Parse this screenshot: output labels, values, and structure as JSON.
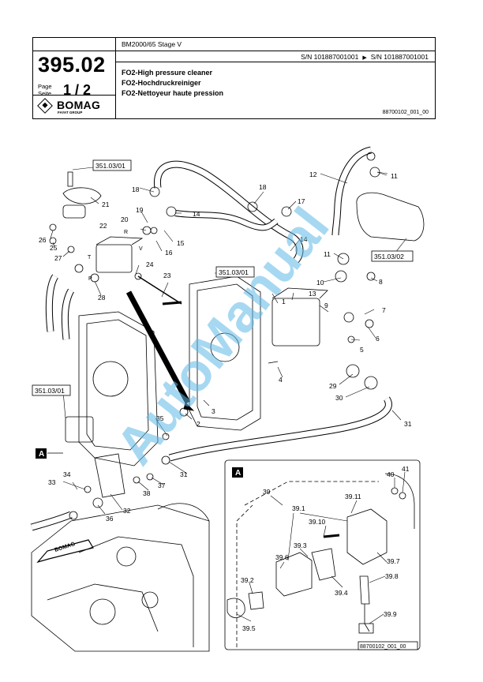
{
  "header": {
    "doc_number": "395.02",
    "page_label_de": "Page",
    "page_label_en": "Seite",
    "page": "1 / 2",
    "brand": "BOMAG",
    "brand_sub": "FAYAT GROUP",
    "model": "BM2000/65 Stage V",
    "serial_from": "S/N 101887001001",
    "serial_to": "S/N 101887001001",
    "title_en": "FO2-High pressure cleaner",
    "title_de": "FO2-Hochdruckreiniger",
    "title_fr": "FO2-Nettoyeur haute pression",
    "drawing_ref": "88700102_001_00"
  },
  "references": {
    "ref_351_03_01": "351.03/01",
    "ref_351_03_02": "351.03/02"
  },
  "detail": {
    "marker": "A",
    "drawing_ref_box": "88700102_001_00"
  },
  "watermark": "AutoManual",
  "labels": {
    "l1": "1",
    "l2": "2",
    "l3": "3",
    "l4": "4",
    "l5": "5",
    "l6": "6",
    "l7": "7",
    "l8": "8",
    "l9": "9",
    "l10": "10",
    "l11a": "11",
    "l11b": "11",
    "l12": "12",
    "l13": "13",
    "l14a": "14",
    "l14b": "14",
    "l15": "15",
    "l16": "16",
    "l17": "17",
    "l18a": "18",
    "l18b": "18",
    "l19": "19",
    "l20": "20",
    "l21": "21",
    "l22": "22",
    "l23": "23",
    "l24": "24",
    "l25": "25",
    "l26": "26",
    "l27": "27",
    "l28": "28",
    "l29": "29",
    "l30": "30",
    "l31a": "31",
    "l31b": "31",
    "l32": "32",
    "l33": "33",
    "l34": "34",
    "l35": "35",
    "l36": "36",
    "l37": "37",
    "l38": "38",
    "l39": "39",
    "l39_1": "39.1",
    "l39_2": "39.2",
    "l39_3": "39.3",
    "l39_4": "39.4",
    "l39_5": "39.5",
    "l39_6": "39.6",
    "l39_7": "39.7",
    "l39_8": "39.8",
    "l39_9": "39.9",
    "l39_10": "39.10",
    "l39_11": "39.11",
    "l40": "40",
    "l41": "41",
    "portR": "R",
    "portT": "T",
    "portP": "P",
    "portV": "V"
  }
}
